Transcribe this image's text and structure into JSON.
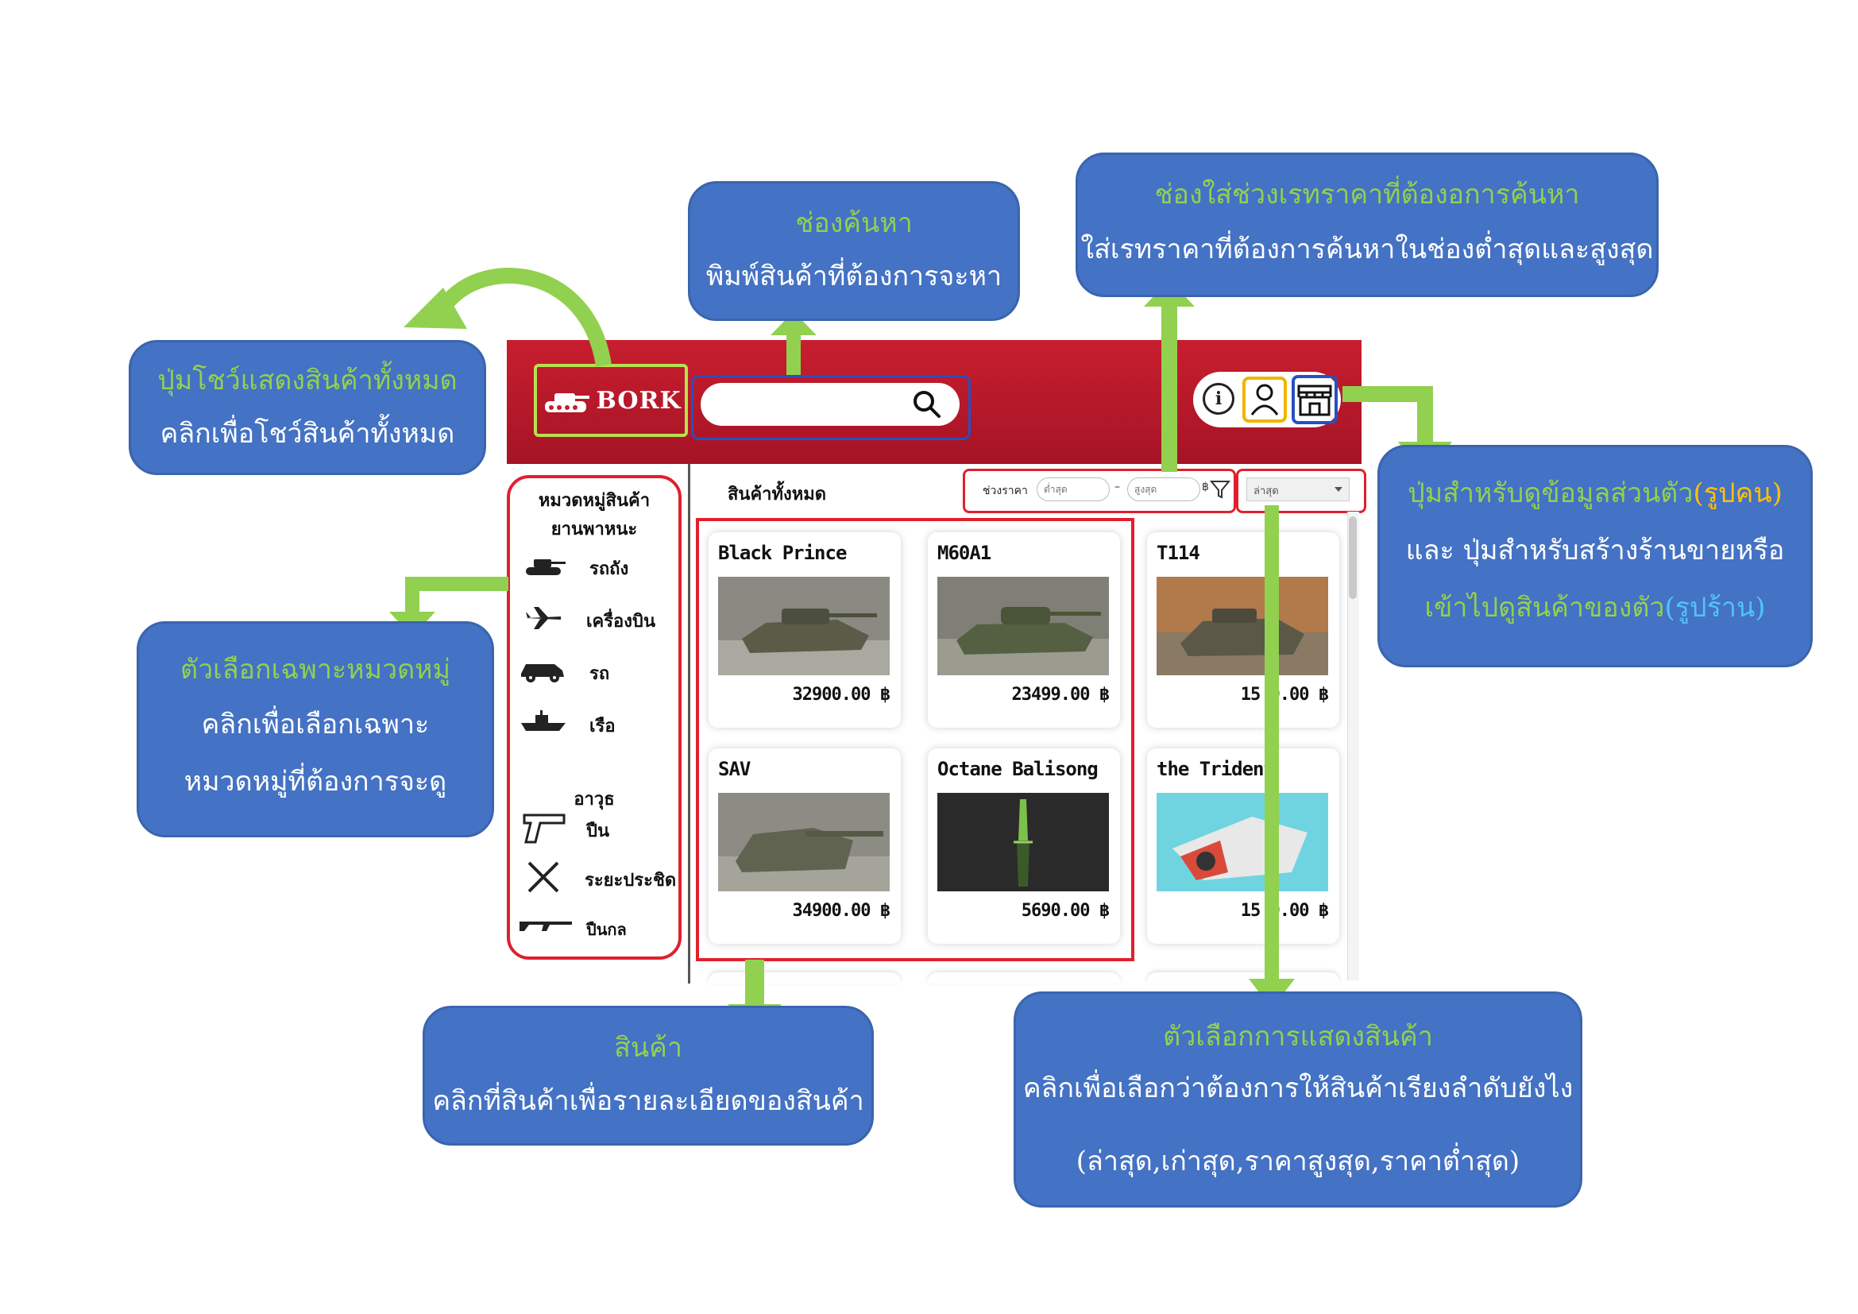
{
  "app": {
    "logo_text": "BORK",
    "search": {
      "placeholder": "",
      "value": ""
    },
    "header_icons": [
      "info-icon",
      "user-icon",
      "shop-icon"
    ],
    "sidebar": {
      "title": "หมวดหมู่สินค้า",
      "groups": [
        {
          "heading": "ยานพาหนะ",
          "items": [
            {
              "label": "รถถัง",
              "icon": "tank-icon"
            },
            {
              "label": "เครื่องบิน",
              "icon": "plane-icon"
            },
            {
              "label": "รถ",
              "icon": "car-icon"
            },
            {
              "label": "เรือ",
              "icon": "ship-icon"
            }
          ]
        },
        {
          "heading": "อาวุธ",
          "items": [
            {
              "label": "ปืน",
              "icon": "pistol-icon"
            },
            {
              "label": "ระยะประชิด",
              "icon": "swords-icon"
            },
            {
              "label": "ปืนกล",
              "icon": "rifle-icon"
            }
          ]
        }
      ]
    },
    "main": {
      "section_title": "สินค้าทั้งหมด",
      "price_filter": {
        "label": "ช่วงราคา",
        "min_placeholder": "ต่ำสุด",
        "max_placeholder": "สูงสุด",
        "currency": "฿"
      },
      "sort": {
        "selected": "ล่าสุด"
      },
      "products": [
        {
          "name": "Black Prince",
          "price": "32900.00 ฿"
        },
        {
          "name": "M60A1",
          "price": "23499.00 ฿"
        },
        {
          "name": "T114",
          "price": "15 0.00 ฿"
        },
        {
          "name": "SAV",
          "price": "34900.00 ฿"
        },
        {
          "name": "Octane Balisong",
          "price": "5690.00 ฿"
        },
        {
          "name": "the Trident",
          "price": "15 0.00 ฿"
        }
      ]
    }
  },
  "callouts": {
    "all_products": {
      "title": "ปุ่มโชว์แสดงสินค้าทั้งหมด",
      "desc": "คลิกเพื่อโชว์สินค้าทั้งหมด"
    },
    "search": {
      "title": "ช่องค้นหา",
      "desc": "พิมพ์สินค้าที่ต้องการจะหา"
    },
    "price_range": {
      "title": "ช่องใส่ช่วงเรทราคาที่ต้องอการค้นหา",
      "desc": "ใส่เรทราคาที่ต้องการค้นหาในช่องต่ำสุดและสูงสุด"
    },
    "profile": {
      "line1_a": "ปุ่มสำหรับดูข้อมูลส่วนตัว",
      "line1_b": "(รูปคน)",
      "line2": "และ ปุ่มสำหรับสร้างร้านขายหรือ",
      "line3_a": "เข้าไปดูสินค้าของตัว",
      "line3_b": "(รูปร้าน)"
    },
    "category": {
      "title": "ตัวเลือกเฉพาะหมวดหมู่",
      "desc1": "คลิกเพื่อเลือกเฉพาะ",
      "desc2": "หมวดหมู่ที่ต้องการจะดู"
    },
    "product": {
      "title": "สินค้า",
      "desc": "คลิกที่สินค้าเพื่อรายละเอียดของสินค้า"
    },
    "sort": {
      "title": "ตัวเลือกการแสดงสินค้า",
      "desc1": "คลิกเพื่อเลือกว่าต้องการให้สินค้าเรียงลำดับยังไง",
      "desc2": "(ล่าสุด,เก่าสุด,ราคาสูงสุด,ราคาต่ำสุด)"
    }
  },
  "colors": {
    "callout_bg": "#4472c4",
    "callout_title": "#92d050",
    "arrow": "#92d050",
    "header_red": "#c81e2f",
    "highlight_red": "#e0202d"
  }
}
